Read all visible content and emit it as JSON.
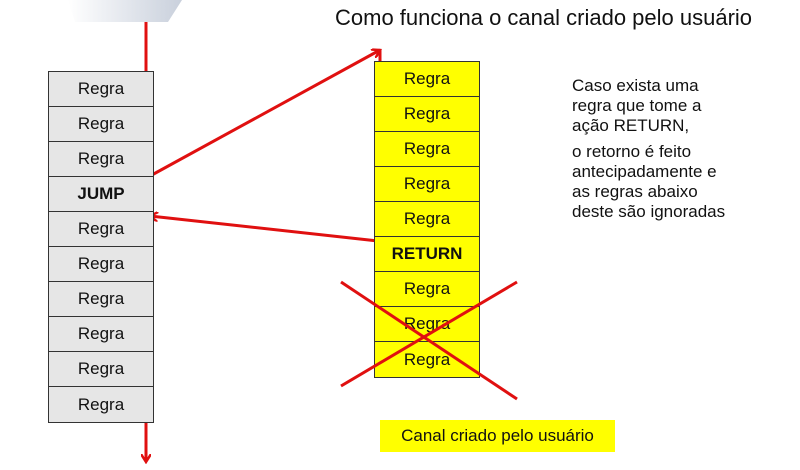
{
  "title": "Como funciona o canal criado pelo usuário",
  "main_chain": [
    "Regra",
    "Regra",
    "Regra",
    "JUMP",
    "Regra",
    "Regra",
    "Regra",
    "Regra",
    "Regra",
    "Regra"
  ],
  "user_chain": [
    "Regra",
    "Regra",
    "Regra",
    "Regra",
    "Regra",
    "RETURN",
    "Regra",
    "Regra",
    "Regra"
  ],
  "note": [
    "Caso exista uma",
    "regra que tome a",
    "ação RETURN,",
    "o retorno é feito",
    "antecipadamente e",
    "as regras abaixo",
    "deste são ignoradas"
  ],
  "user_chain_label": "Canal criado pelo usuário",
  "colors": {
    "arrow": "#e01010",
    "user_chain": "#ffff00",
    "main_chain": "#e6e6e6"
  }
}
